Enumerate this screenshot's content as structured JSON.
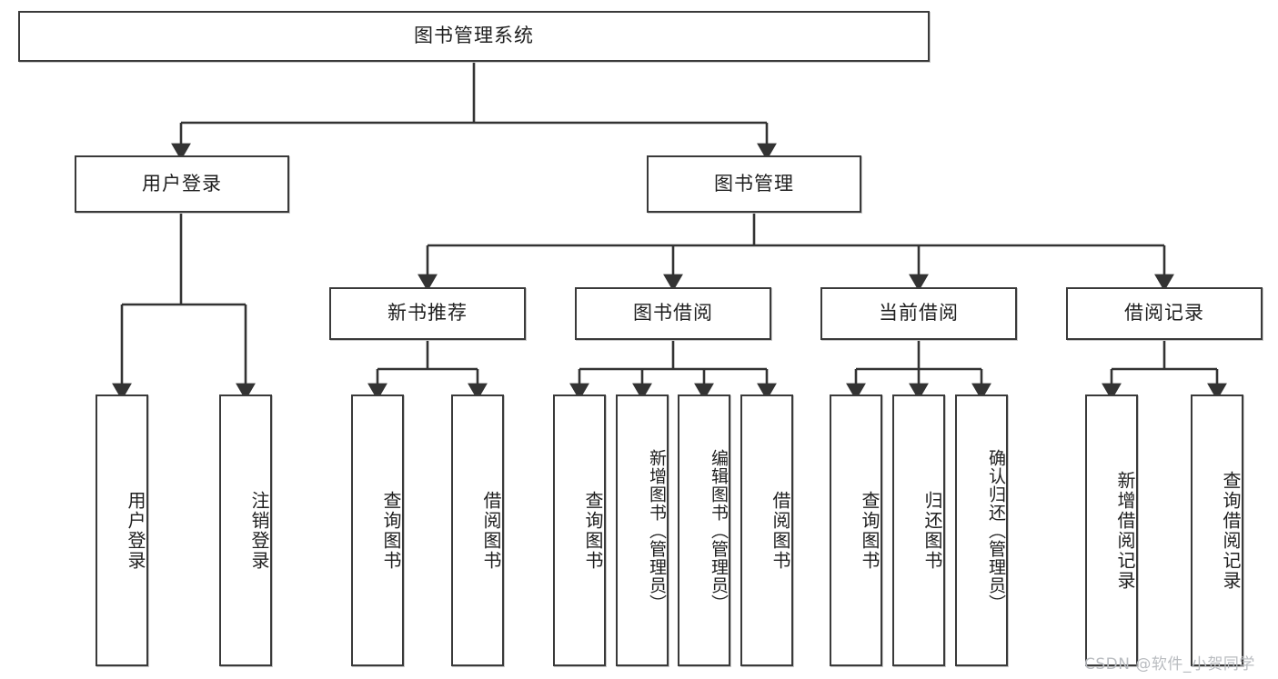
{
  "diagram": {
    "title": "图书管理系统",
    "root": {
      "label": "图书管理系统"
    },
    "level1": [
      {
        "label": "用户登录"
      },
      {
        "label": "图书管理"
      }
    ],
    "level2": [
      {
        "label": "新书推荐"
      },
      {
        "label": "图书借阅"
      },
      {
        "label": "当前借阅"
      },
      {
        "label": "借阅记录"
      }
    ],
    "leaves": {
      "user_login": [
        {
          "label": "用户登录"
        },
        {
          "label": "注销登录"
        }
      ],
      "new_book_recommend": [
        {
          "label": "查询图书"
        },
        {
          "label": "借阅图书"
        }
      ],
      "book_borrow": [
        {
          "label": "查询图书"
        },
        {
          "label": "新增图书（管理员）"
        },
        {
          "label": "编辑图书（管理员）"
        },
        {
          "label": "借阅图书"
        }
      ],
      "current_borrow": [
        {
          "label": "查询图书"
        },
        {
          "label": "归还图书"
        },
        {
          "label": "确认归还（管理员）"
        }
      ],
      "borrow_record": [
        {
          "label": "新增借阅记录"
        },
        {
          "label": "查询借阅记录"
        }
      ]
    }
  },
  "watermark": {
    "text": "CSDN @软件_小贺同学",
    "color": "#b9bcc0"
  },
  "style": {
    "box_border": "#3a3a3a",
    "box_fill": "#ffffff",
    "text_color": "#1f1f1f",
    "edge_color": "#333333",
    "background": "#ffffff"
  }
}
